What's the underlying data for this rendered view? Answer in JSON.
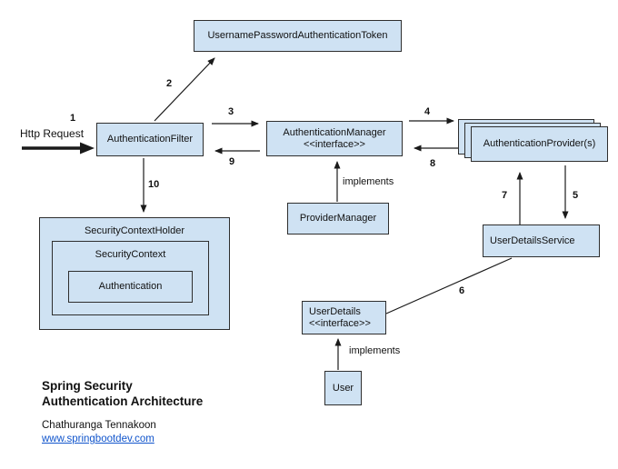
{
  "diagram": {
    "nodes": {
      "token": {
        "label": "UsernamePasswordAuthenticationToken"
      },
      "filter": {
        "label": "AuthenticationFilter"
      },
      "manager": {
        "label": "AuthenticationManager",
        "stereotype": "<<interface>>"
      },
      "provider": {
        "label": "AuthenticationProvider(s)"
      },
      "provider_manager": {
        "label": "ProviderManager"
      },
      "user_details_service": {
        "label": "UserDetailsService"
      },
      "user_details": {
        "label": "UserDetails",
        "stereotype": "<<interface>>"
      },
      "user": {
        "label": "User"
      },
      "security_context_holder": {
        "label": "SecurityContextHolder"
      },
      "security_context": {
        "label": "SecurityContext"
      },
      "authentication": {
        "label": "Authentication"
      }
    },
    "edge_labels": {
      "http_request": "Http Request",
      "step1": "1",
      "step2": "2",
      "step3": "3",
      "step4": "4",
      "step5": "5",
      "step6": "6",
      "step7": "7",
      "step8": "8",
      "step9": "9",
      "step10": "10",
      "implements_manager": "implements",
      "implements_user": "implements"
    }
  },
  "footer": {
    "title_line1": "Spring Security",
    "title_line2": "Authentication Architecture",
    "author": "Chathuranga Tennakoon",
    "link": "www.springbootdev.com"
  },
  "colors": {
    "node_fill": "#cfe2f3",
    "node_border": "#2e2e2e",
    "link": "#1155cc",
    "ink": "#1a1a1a"
  }
}
